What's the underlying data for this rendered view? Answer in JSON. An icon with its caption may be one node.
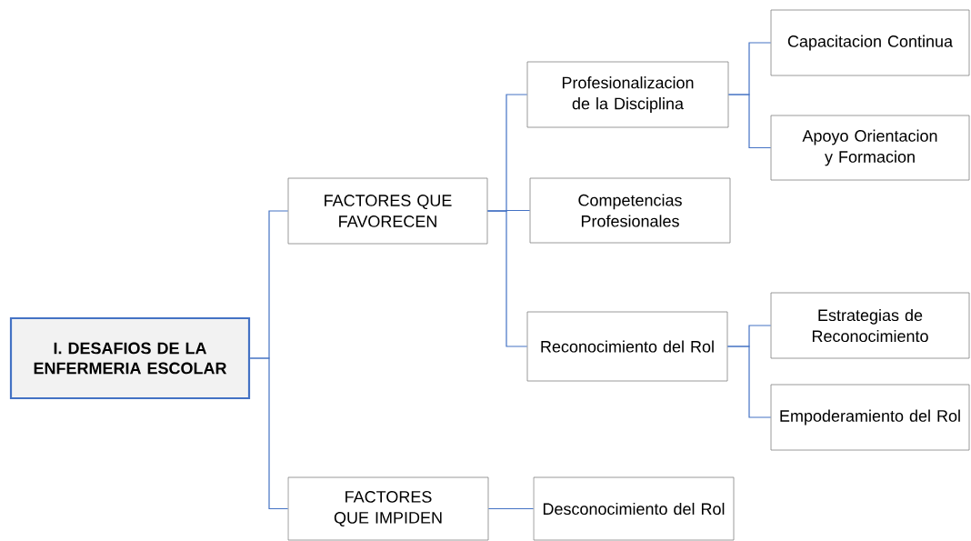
{
  "diagram": {
    "nodes": [
      {
        "text": [
          "I. DESAFIOS DE LA ENFERMERIA ESCOLAR"
        ]
      },
      {
        "text": [
          "FACTORES QUE FAVORECEN"
        ]
      },
      {
        "text": [
          "Profesionalizacion de la Disciplina"
        ]
      },
      {
        "text": [
          "Capacitacion Continua"
        ]
      },
      {
        "text": [
          "Apoyo Orientacion y Formacion"
        ]
      },
      {
        "text": [
          "Competencias Profesionales"
        ]
      },
      {
        "text": [
          "Reconocimiento del Rol"
        ]
      },
      {
        "text": [
          "Estrategias de Reconocimiento"
        ]
      },
      {
        "text": [
          "Empoderamiento del Rol"
        ]
      },
      {
        "text": [
          "FACTORES QUE IMPIDEN"
        ]
      },
      {
        "text": [
          "Desconocimiento del Rol"
        ]
      }
    ],
    "edges": [
      {
        "from": 0,
        "to": 1,
        "arrow": "none"
      },
      {
        "from": 0,
        "to": 9,
        "arrow": "none"
      },
      {
        "from": 1,
        "to": 2,
        "arrow": "none"
      },
      {
        "from": 1,
        "to": 5,
        "arrow": "none"
      },
      {
        "from": 1,
        "to": 6,
        "arrow": "none"
      },
      {
        "from": 2,
        "to": 3,
        "arrow": "none"
      },
      {
        "from": 2,
        "to": 4,
        "arrow": "none"
      },
      {
        "from": 6,
        "to": 7,
        "arrow": "none"
      },
      {
        "from": 6,
        "to": 8,
        "arrow": "none"
      },
      {
        "from": 9,
        "to": 10,
        "arrow": "none"
      }
    ]
  }
}
